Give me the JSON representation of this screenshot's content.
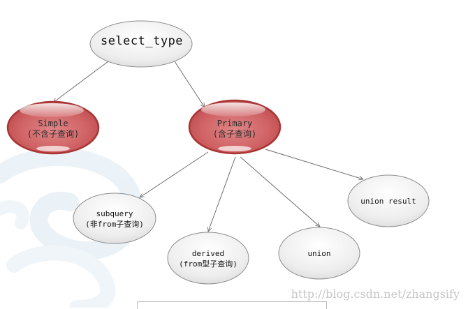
{
  "diagram": {
    "root": {
      "label": "select_type"
    },
    "simple": {
      "line1": "Simple",
      "line2": "(不含子查询)"
    },
    "primary": {
      "line1": "Primary",
      "line2": "(含子查询)"
    },
    "subquery": {
      "line1": "subquery",
      "line2": "(非from子查询)"
    },
    "derived": {
      "line1": "derived",
      "line2": "(from型子查询)"
    },
    "union": {
      "label": "union"
    },
    "union_result": {
      "label": "union result"
    }
  },
  "watermark": "http://blog.csdn.net/zhangsify",
  "colors": {
    "node_gray_fill": "#eeeeee",
    "node_red_fill": "#c9585a",
    "node_red_border": "#a93434",
    "edge": "#6e6e6e"
  }
}
